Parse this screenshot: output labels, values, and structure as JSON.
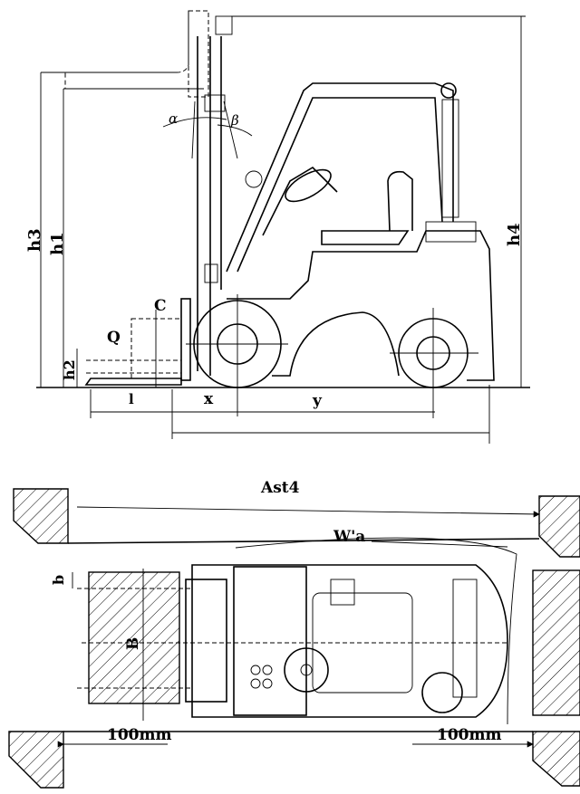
{
  "side_view": {
    "labels": {
      "h3": "h3",
      "h1": "h1",
      "h4": "h4",
      "h2": "h2",
      "C": "C",
      "Q": "Q",
      "l": "l",
      "x": "x",
      "y": "y",
      "alpha": "α",
      "beta": "β"
    }
  },
  "top_view": {
    "labels": {
      "ast4": "Ast4",
      "wa": "W'a",
      "b": "b",
      "B": "B",
      "left_clearance": "100mm",
      "right_clearance": "100mm"
    }
  }
}
